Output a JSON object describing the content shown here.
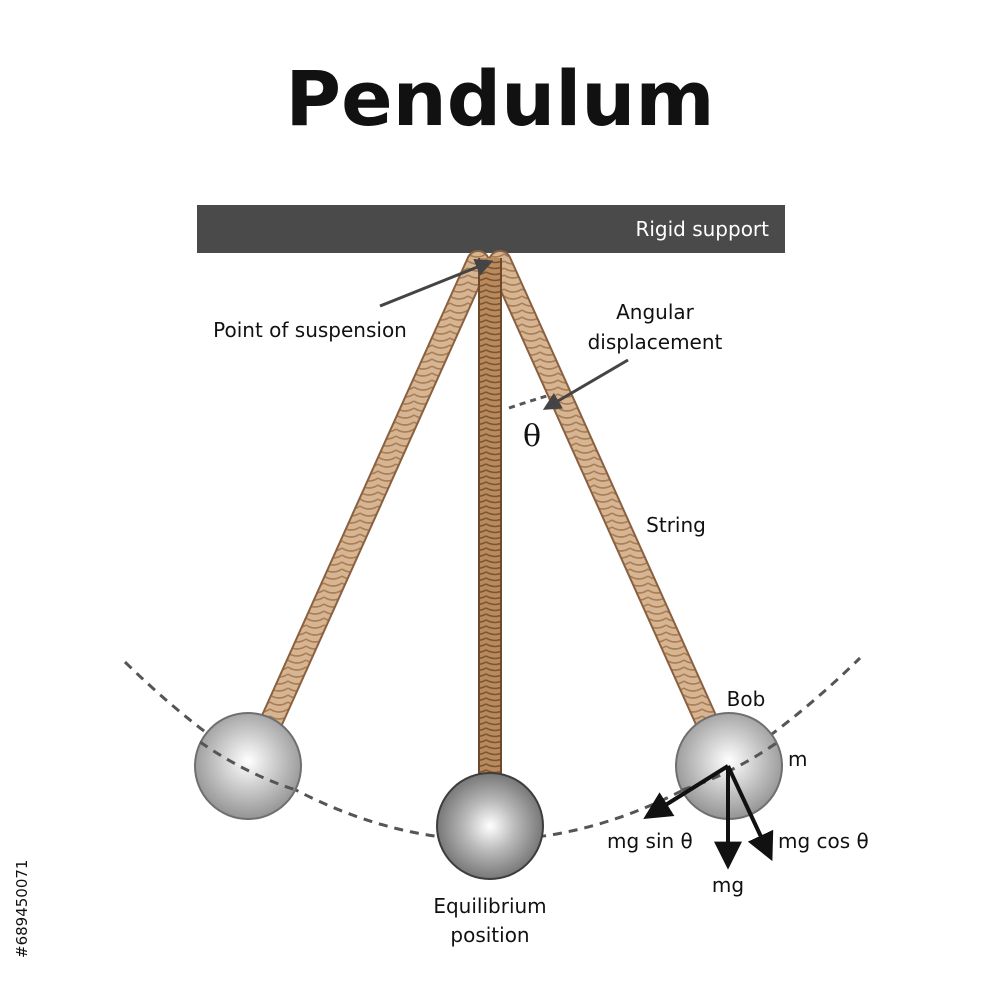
{
  "title": "Pendulum",
  "labels": {
    "rigid_support": "Rigid support",
    "point_of_suspension": "Point of suspension",
    "angular_line1": "Angular",
    "angular_line2": "displacement",
    "theta": "θ",
    "string": "String",
    "bob": "Bob",
    "mass": "m",
    "mg_sin": "mg sin θ",
    "mg_cos": "mg cos θ",
    "mg": "mg",
    "equilibrium_line1": "Equilibrium",
    "equilibrium_line2": "position"
  },
  "watermark_id": "#689450071",
  "colors": {
    "support": "#4a4a4a",
    "rope_center": "#b98a5e",
    "rope_side": "#d9b896",
    "rope_edge": "#8a6140",
    "bob_light": "#f2f2f2",
    "bob_dark": "#8a8a8a",
    "arc": "#555555",
    "arrow": "#111111"
  }
}
